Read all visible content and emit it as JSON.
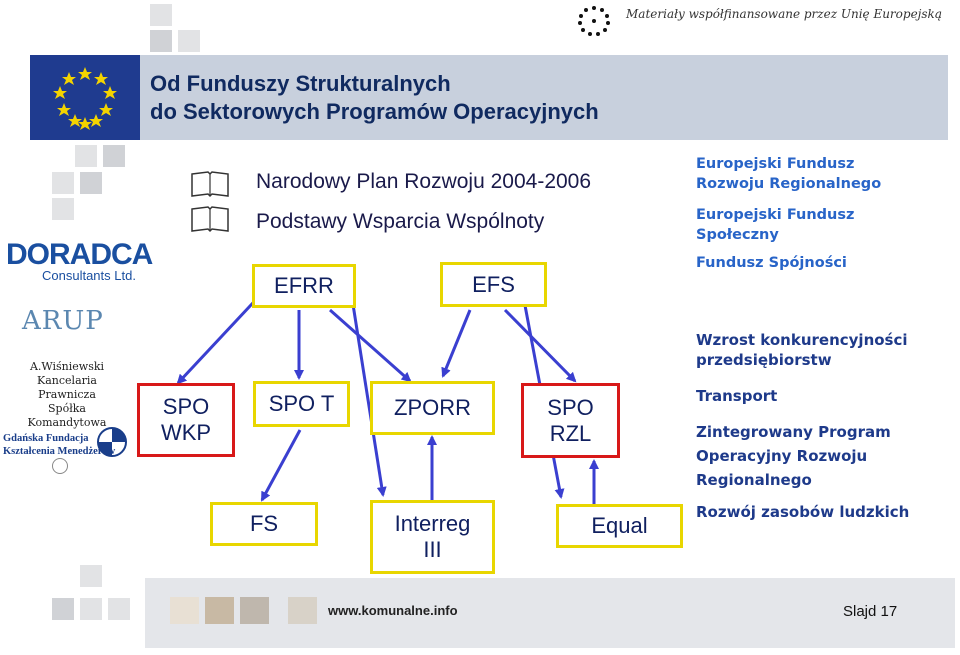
{
  "header": {
    "title_line1": "Od Funduszy Strukturalnych",
    "title_line2": "do Sektorowych Programów Operacyjnych",
    "eu_caption": "Materiały współfinansowane przez Unię Europejską"
  },
  "bullets": [
    {
      "text": "Narodowy Plan Rozwoju 2004-2006"
    },
    {
      "text": "Podstawy Wsparcia Wspólnoty"
    }
  ],
  "funds": {
    "efrr": "EFRR",
    "efs": "EFS"
  },
  "programs": {
    "spo_wkp_1": "SPO",
    "spo_wkp_2": "WKP",
    "spo_t": "SPO T",
    "zporr": "ZPORR",
    "spo_rzl_1": "SPO",
    "spo_rzl_2": "RZL",
    "fs": "FS",
    "interreg_1": "Interreg",
    "interreg_2": "III",
    "equal": "Equal"
  },
  "legend_funds": {
    "efrr_1": "Europejski Fundusz",
    "efrr_2": "Rozwoju Regionalnego",
    "efs_1": "Europejski Fundusz",
    "efs_2": "Społeczny",
    "fs": "Fundusz Spójności"
  },
  "legend_programs": {
    "wkp_1": "Wzrost konkurencyjności",
    "wkp_2": "przedsiębiorstw",
    "transport": "Transport",
    "zporr_1": "Zintegrowany Program",
    "zporr_2": "Operacyjny Rozwoju",
    "zporr_3": "Regionalnego",
    "rzl": "Rozwój zasobów ludzkich"
  },
  "logos": {
    "doradca": "DORADCA",
    "doradca_sub": "Consultants Ltd.",
    "arup": "ARUP",
    "aw_1": "A.Wiśniewski",
    "aw_2": "Kancelaria Prawnicza",
    "aw_3": "Spółka Komandytowa",
    "gf_1": "Gdańska Fundacja",
    "gf_2": "Kształcenia Menedżerów"
  },
  "footer": {
    "url": "www.komunalne.info",
    "slide": "Slajd 17"
  },
  "colors": {
    "box_yellow": "#e8d600",
    "box_red": "#d81818",
    "arrow_blue": "#3a3fd0",
    "link_blue": "#2864c8"
  }
}
